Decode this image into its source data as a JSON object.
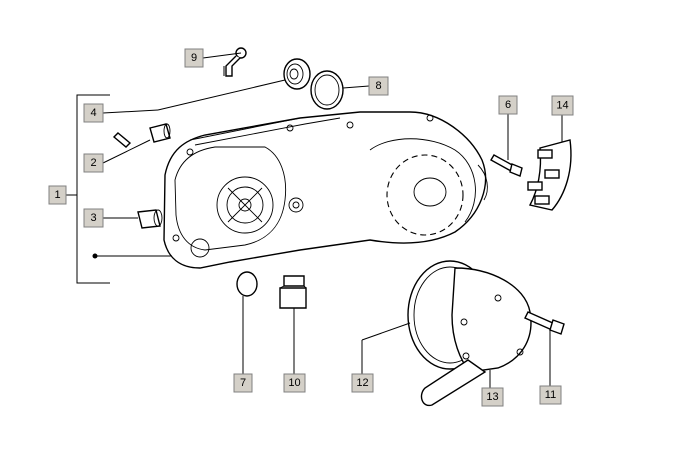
{
  "diagram": {
    "callouts": [
      {
        "id": "c1",
        "label": "1"
      },
      {
        "id": "c2",
        "label": "2"
      },
      {
        "id": "c3",
        "label": "3"
      },
      {
        "id": "c4",
        "label": "4"
      },
      {
        "id": "c6",
        "label": "6"
      },
      {
        "id": "c7",
        "label": "7"
      },
      {
        "id": "c8",
        "label": "8"
      },
      {
        "id": "c9",
        "label": "9"
      },
      {
        "id": "c10",
        "label": "10"
      },
      {
        "id": "c11",
        "label": "11"
      },
      {
        "id": "c12",
        "label": "12"
      },
      {
        "id": "c13",
        "label": "13"
      },
      {
        "id": "c14",
        "label": "14"
      }
    ],
    "colors": {
      "callout_fill": "#d4d0c8",
      "callout_border": "#808080",
      "line": "#000000"
    }
  }
}
